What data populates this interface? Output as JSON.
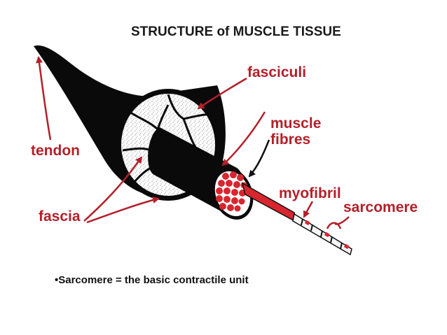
{
  "title": "STRUCTURE of MUSCLE TISSUE",
  "labels": {
    "fasciculi": "fasciculi",
    "muscle_line1": "muscle",
    "muscle_line2": "fibres",
    "tendon": "tendon",
    "myofibril": "myofibril",
    "fascia": "fascia",
    "sarcomere": "sarcomere"
  },
  "caption": "•Sarcomere = the basic contractile unit",
  "colors": {
    "label_red": "#b3202a",
    "muscle_black": "#0a0a0a",
    "fibre_red": "#d8262e"
  }
}
